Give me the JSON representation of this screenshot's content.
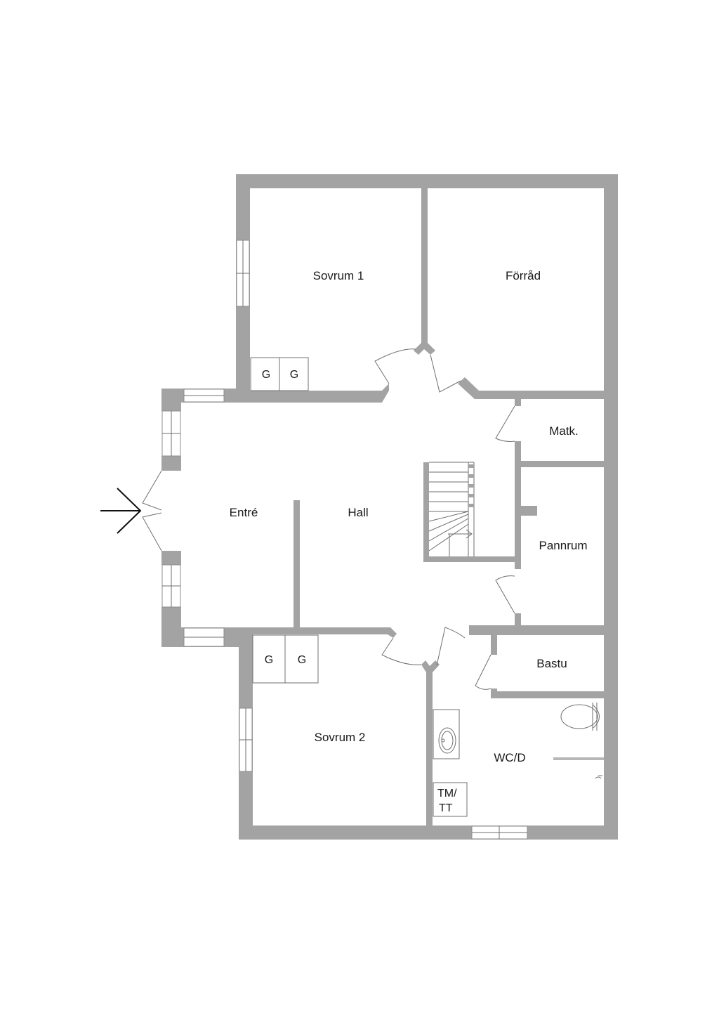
{
  "rooms": {
    "sovrum1": "Sovrum 1",
    "forrad": "Förråd",
    "matk": "Matk.",
    "entre": "Entré",
    "hall": "Hall",
    "pannrum": "Pannrum",
    "bastu": "Bastu",
    "sovrum2": "Sovrum 2",
    "wcd": "WC/D"
  },
  "fixtures": {
    "wardrobe_label": "G",
    "tmtt_line1": "TM/",
    "tmtt_line2": "TT"
  },
  "colors": {
    "wall": "#a3a3a3",
    "background": "#ffffff",
    "text": "#1a1a1a"
  }
}
